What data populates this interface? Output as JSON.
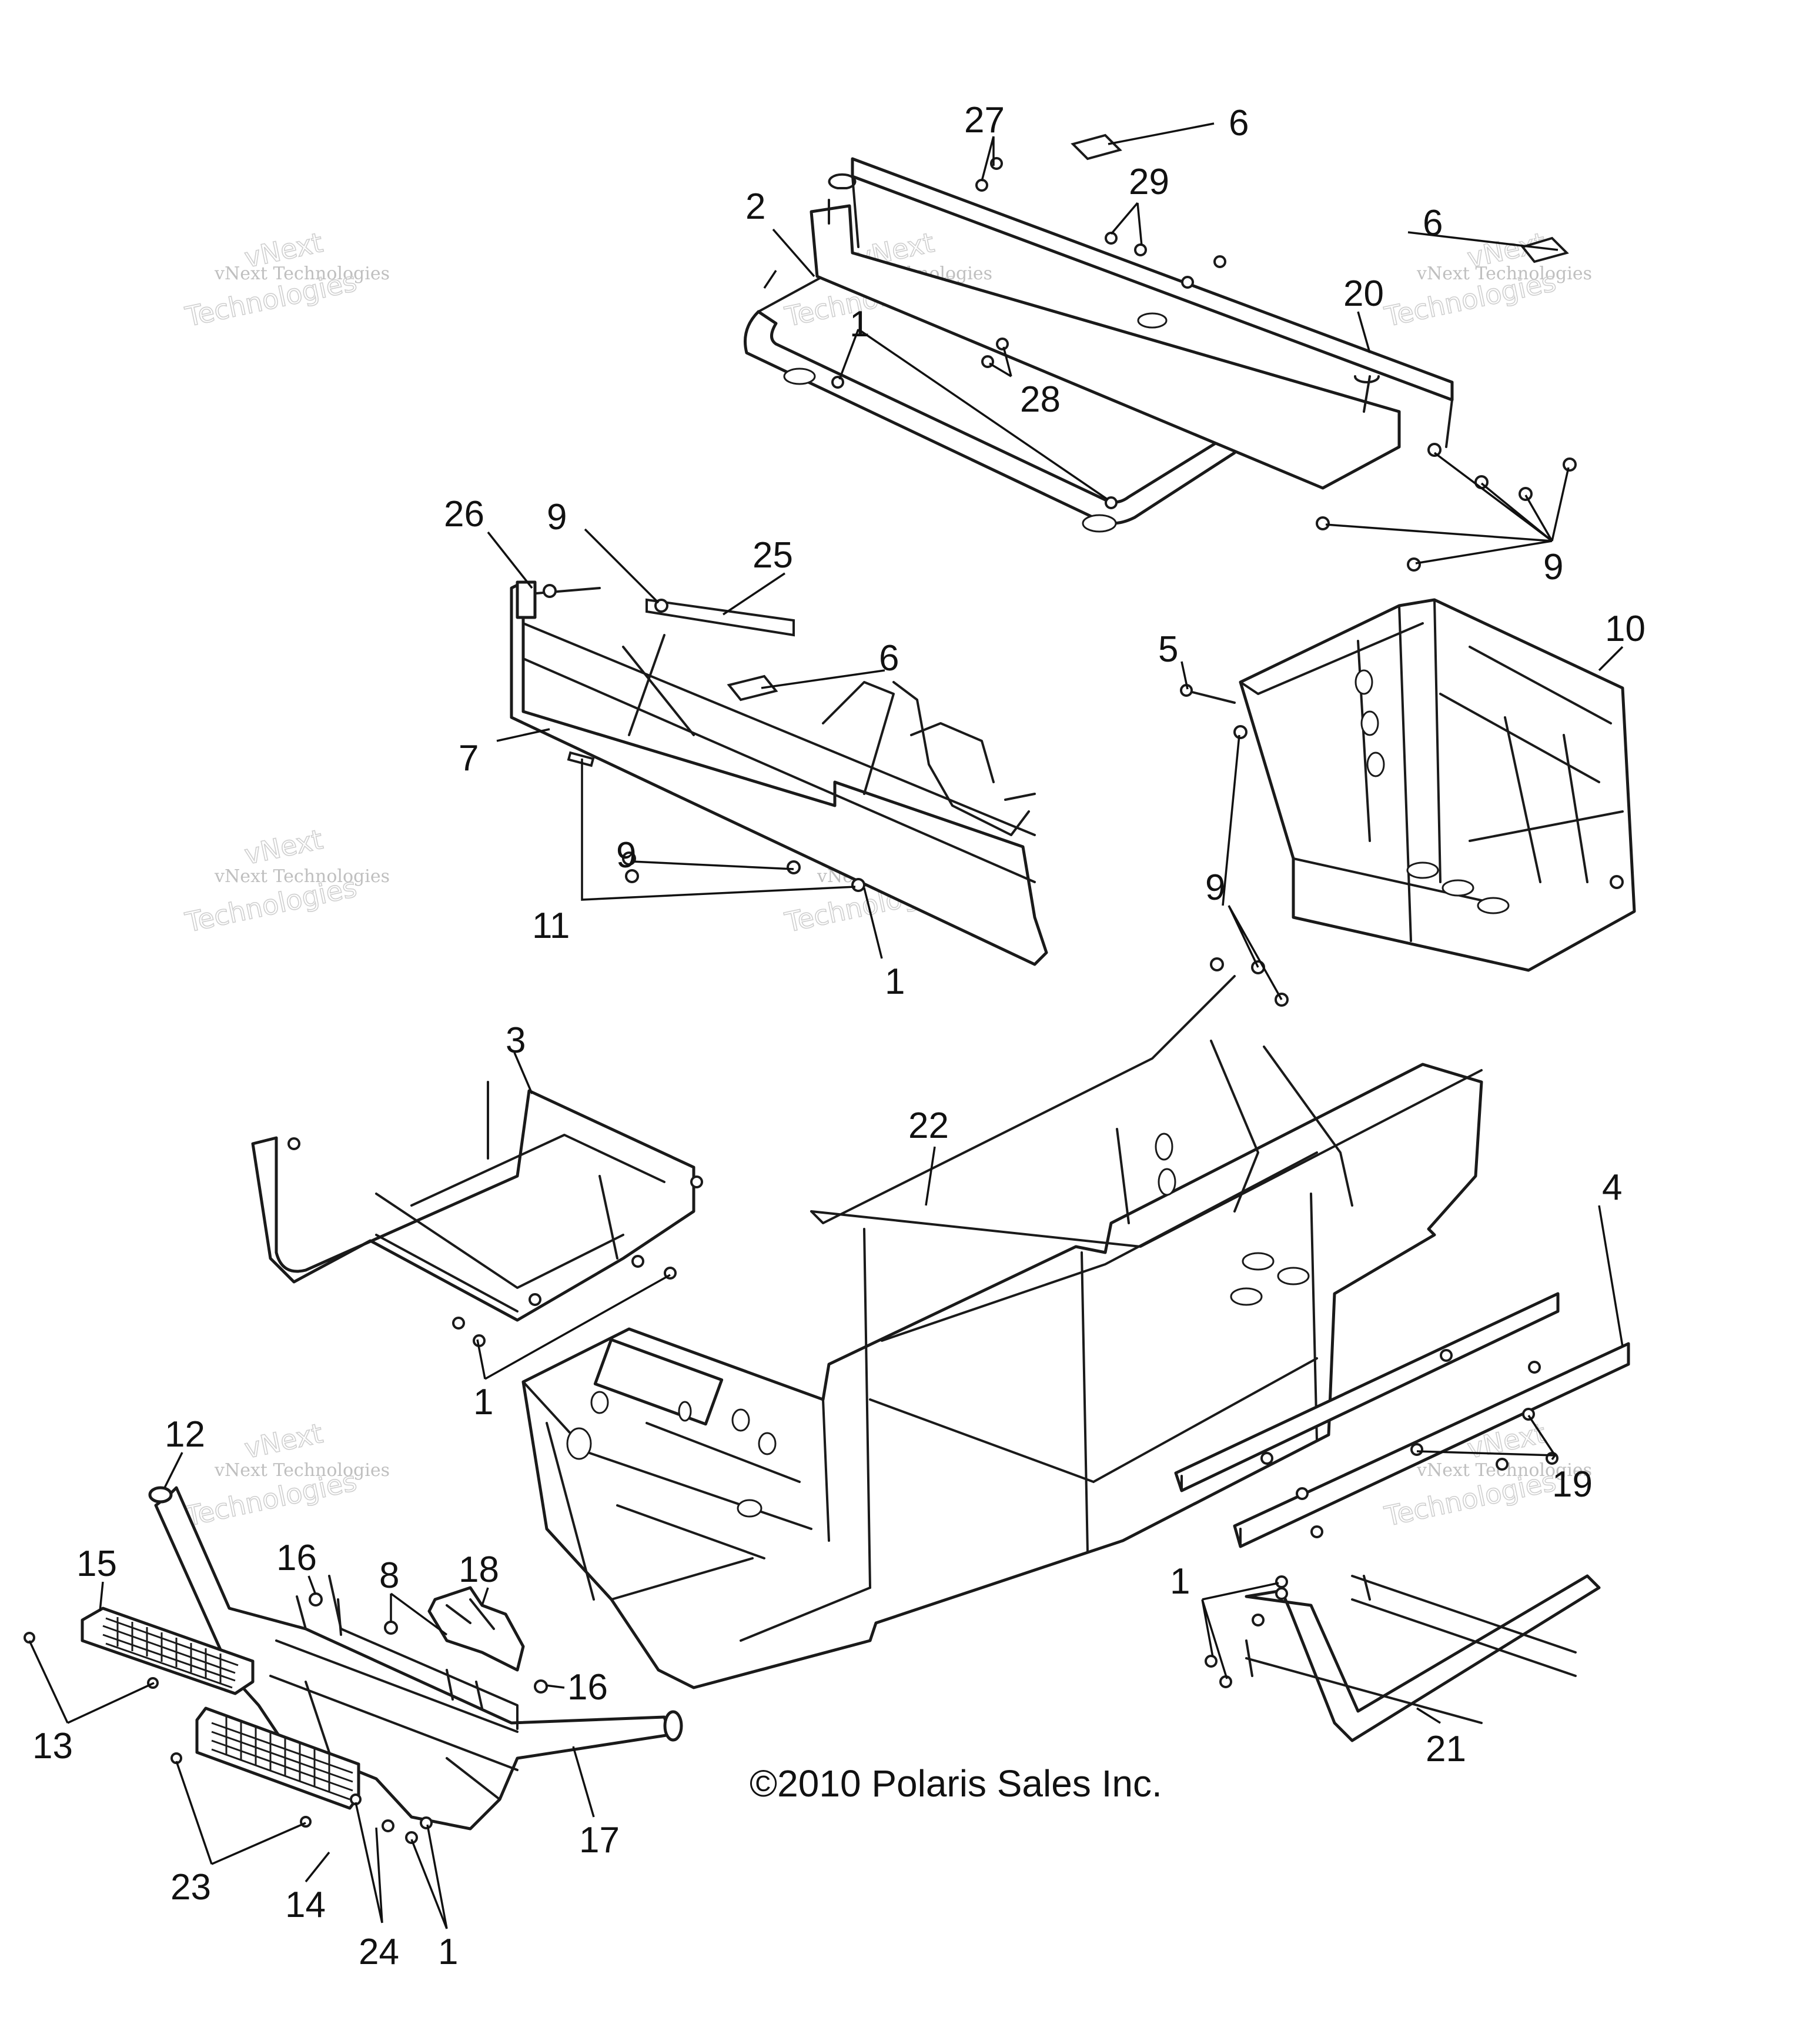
{
  "diagram": {
    "copyright": "©2010 Polaris Sales Inc.",
    "watermark": {
      "line1": "vNext",
      "line2": "vNext Technologies",
      "line3": "Technologies"
    },
    "callouts": [
      "27",
      "6",
      "29",
      "2",
      "6",
      "20",
      "1",
      "28",
      "26",
      "9",
      "25",
      "9",
      "6",
      "5",
      "10",
      "7",
      "9",
      "9",
      "11",
      "1",
      "3",
      "22",
      "4",
      "1",
      "12",
      "19",
      "15",
      "16",
      "8",
      "18",
      "1",
      "16",
      "13",
      "21",
      "17",
      "23",
      "14",
      "24",
      "1"
    ]
  }
}
